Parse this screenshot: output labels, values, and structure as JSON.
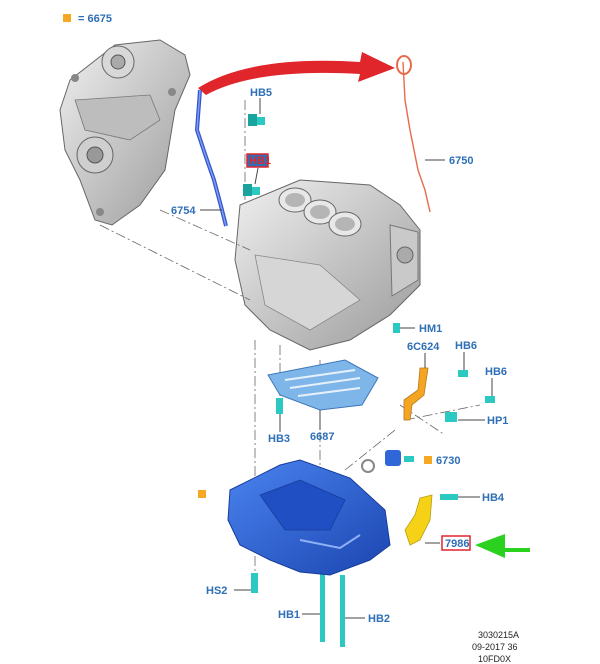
{
  "legend": {
    "text": "= 6675",
    "marker_color": "#f7a823"
  },
  "callouts": {
    "hb5": "HB5",
    "hb5_red": "HB1",
    "p6754": "6754",
    "p6750": "6750",
    "hm1": "HM1",
    "p6c624": "6C624",
    "hb6a": "HB6",
    "hb6b": "HB6",
    "hp1": "HP1",
    "hb3": "HB3",
    "p6687": "6687",
    "p6730": "6730",
    "hb4": "HB4",
    "p7986": "7986",
    "hs2": "HS2",
    "hb1": "HB1",
    "hb2": "HB2"
  },
  "footer": {
    "line1": "3030215A",
    "line2": "09-2017 36",
    "line3": "10FD0X"
  },
  "colors": {
    "callout_text": "#2e6fb5",
    "red_box": "#e0252b",
    "arrow_red": "#e0252b",
    "arrow_green": "#2bd11f",
    "oil_pan": "#2f66d8",
    "dipstick_tube": "#3355cc",
    "bolt_teal": "#2cc9c2",
    "orange_part": "#f4a623",
    "yellow_part": "#f5d215",
    "baffle": "#7fb6ea",
    "dipstick": "#e86a4a"
  }
}
